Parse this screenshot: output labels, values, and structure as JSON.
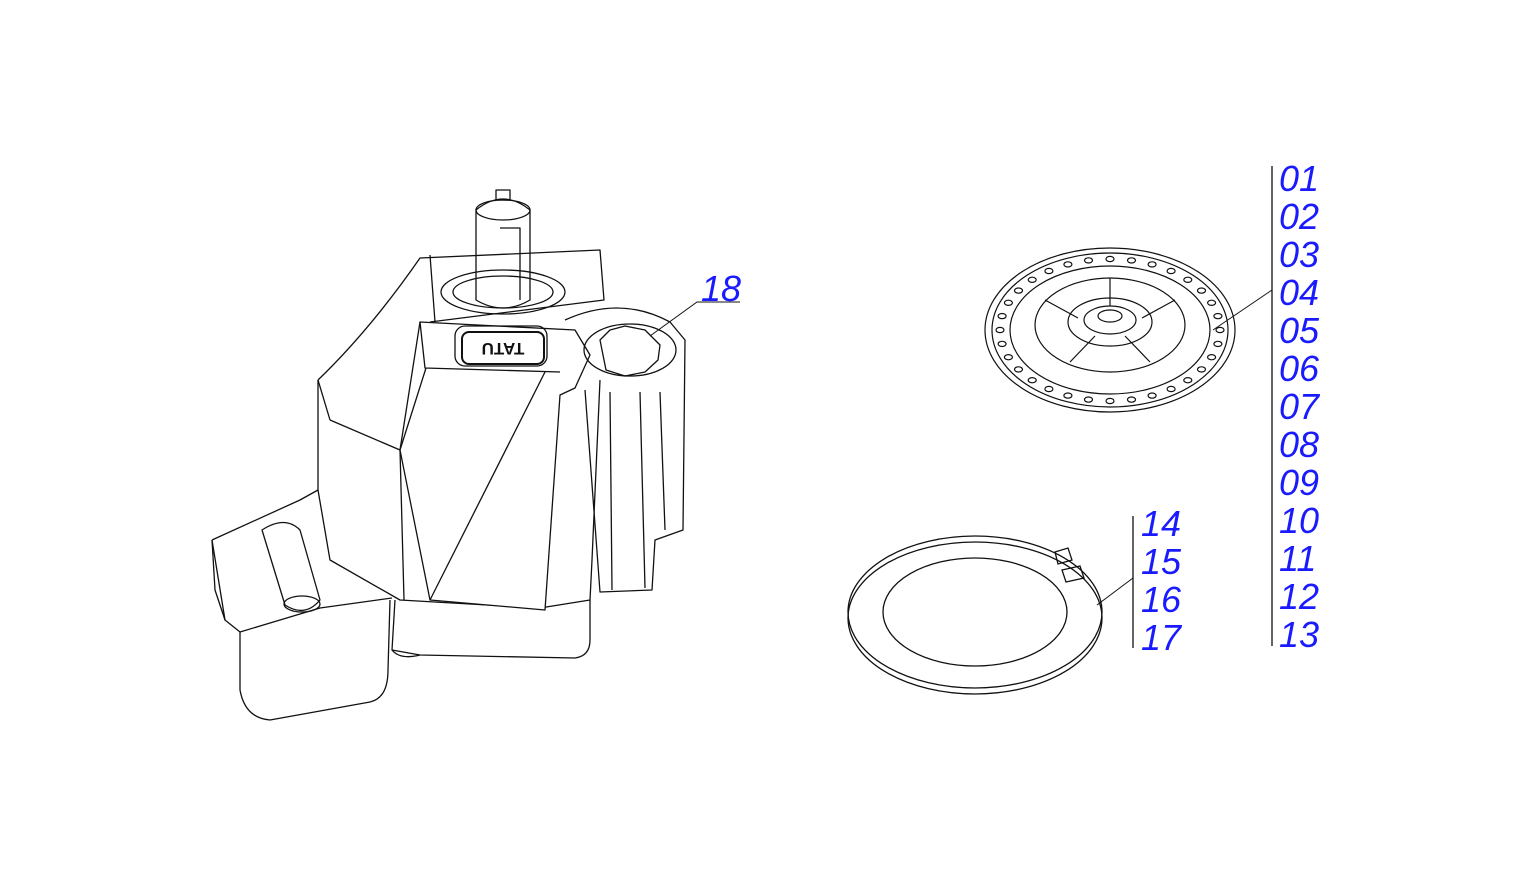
{
  "colors": {
    "line": "#111111",
    "callout": "#1a1aff",
    "background": "#ffffff"
  },
  "logo": {
    "text": "TATU"
  },
  "part_18": {
    "label": "18"
  },
  "group_plate": {
    "labels": [
      "01",
      "02",
      "03",
      "04",
      "05",
      "06",
      "07",
      "08",
      "09",
      "10",
      "11",
      "12",
      "13"
    ]
  },
  "group_ring": {
    "labels": [
      "14",
      "15",
      "16",
      "17"
    ]
  }
}
